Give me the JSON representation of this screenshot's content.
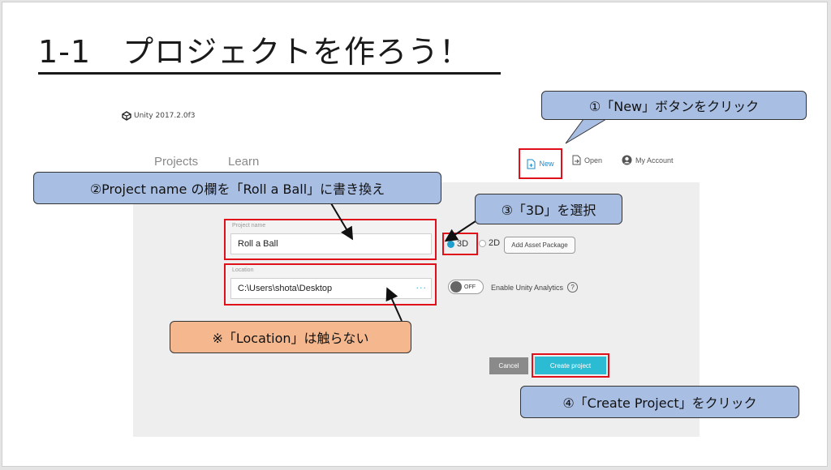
{
  "slide": {
    "title": "1-1　プロジェクトを作ろう！"
  },
  "unity": {
    "version": "Unity 2017.2.0f3",
    "tabs": [
      "Projects",
      "Learn"
    ],
    "header_actions": {
      "new": "New",
      "open": "Open",
      "account": "My Account"
    },
    "project_name": {
      "label": "Project name",
      "value": "Roll a Ball"
    },
    "location": {
      "label": "Location",
      "value": "C:\\Users\\shota\\Desktop",
      "browse": "···"
    },
    "template": {
      "selected": "3D",
      "other": "2D"
    },
    "add_asset_package": "Add Asset Package",
    "analytics": {
      "toggle": "OFF",
      "label": "Enable Unity Analytics",
      "help": "?"
    },
    "buttons": {
      "cancel": "Cancel",
      "create": "Create project"
    }
  },
  "callouts": {
    "c1": "①「New」ボタンをクリック",
    "c2": "②Project name の欄を「Roll a Ball」に書き換え",
    "c3": "③「3D」を選択",
    "c4": "※「Location」は触らない",
    "c5": "④「Create Project」をクリック"
  },
  "colors": {
    "highlight": "#e0101a",
    "callout_blue": "#a9bee3",
    "callout_orange": "#f5b88e",
    "unity_accent": "#2bbcd4"
  }
}
